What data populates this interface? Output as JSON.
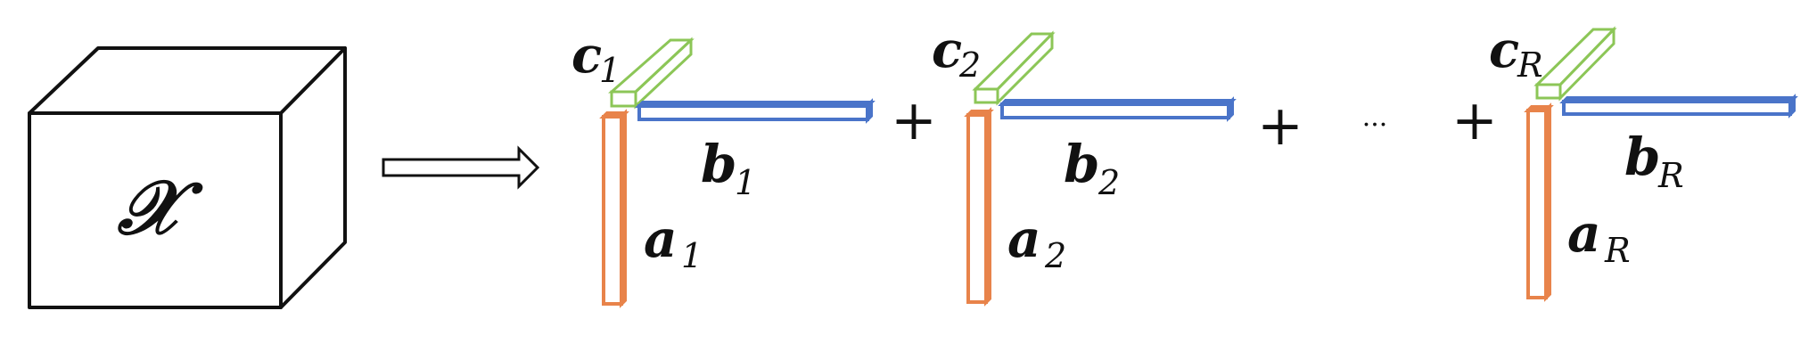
{
  "tensor": {
    "label": "𝒳"
  },
  "terms": [
    {
      "a": "a",
      "a_sub": "1",
      "b": "b",
      "b_sub": "1",
      "c": "c",
      "c_sub": "1"
    },
    {
      "a": "a",
      "a_sub": "2",
      "b": "b",
      "b_sub": "2",
      "c": "c",
      "c_sub": "2"
    },
    {
      "a": "a",
      "a_sub": "R",
      "b": "b",
      "b_sub": "R",
      "c": "c",
      "c_sub": "R"
    }
  ],
  "operators": {
    "plus": "+",
    "ellipsis": "···"
  },
  "colors": {
    "a_vector": "#E8834A",
    "b_vector": "#4A74C9",
    "c_vector": "#8CC657",
    "outline": "#111111"
  }
}
